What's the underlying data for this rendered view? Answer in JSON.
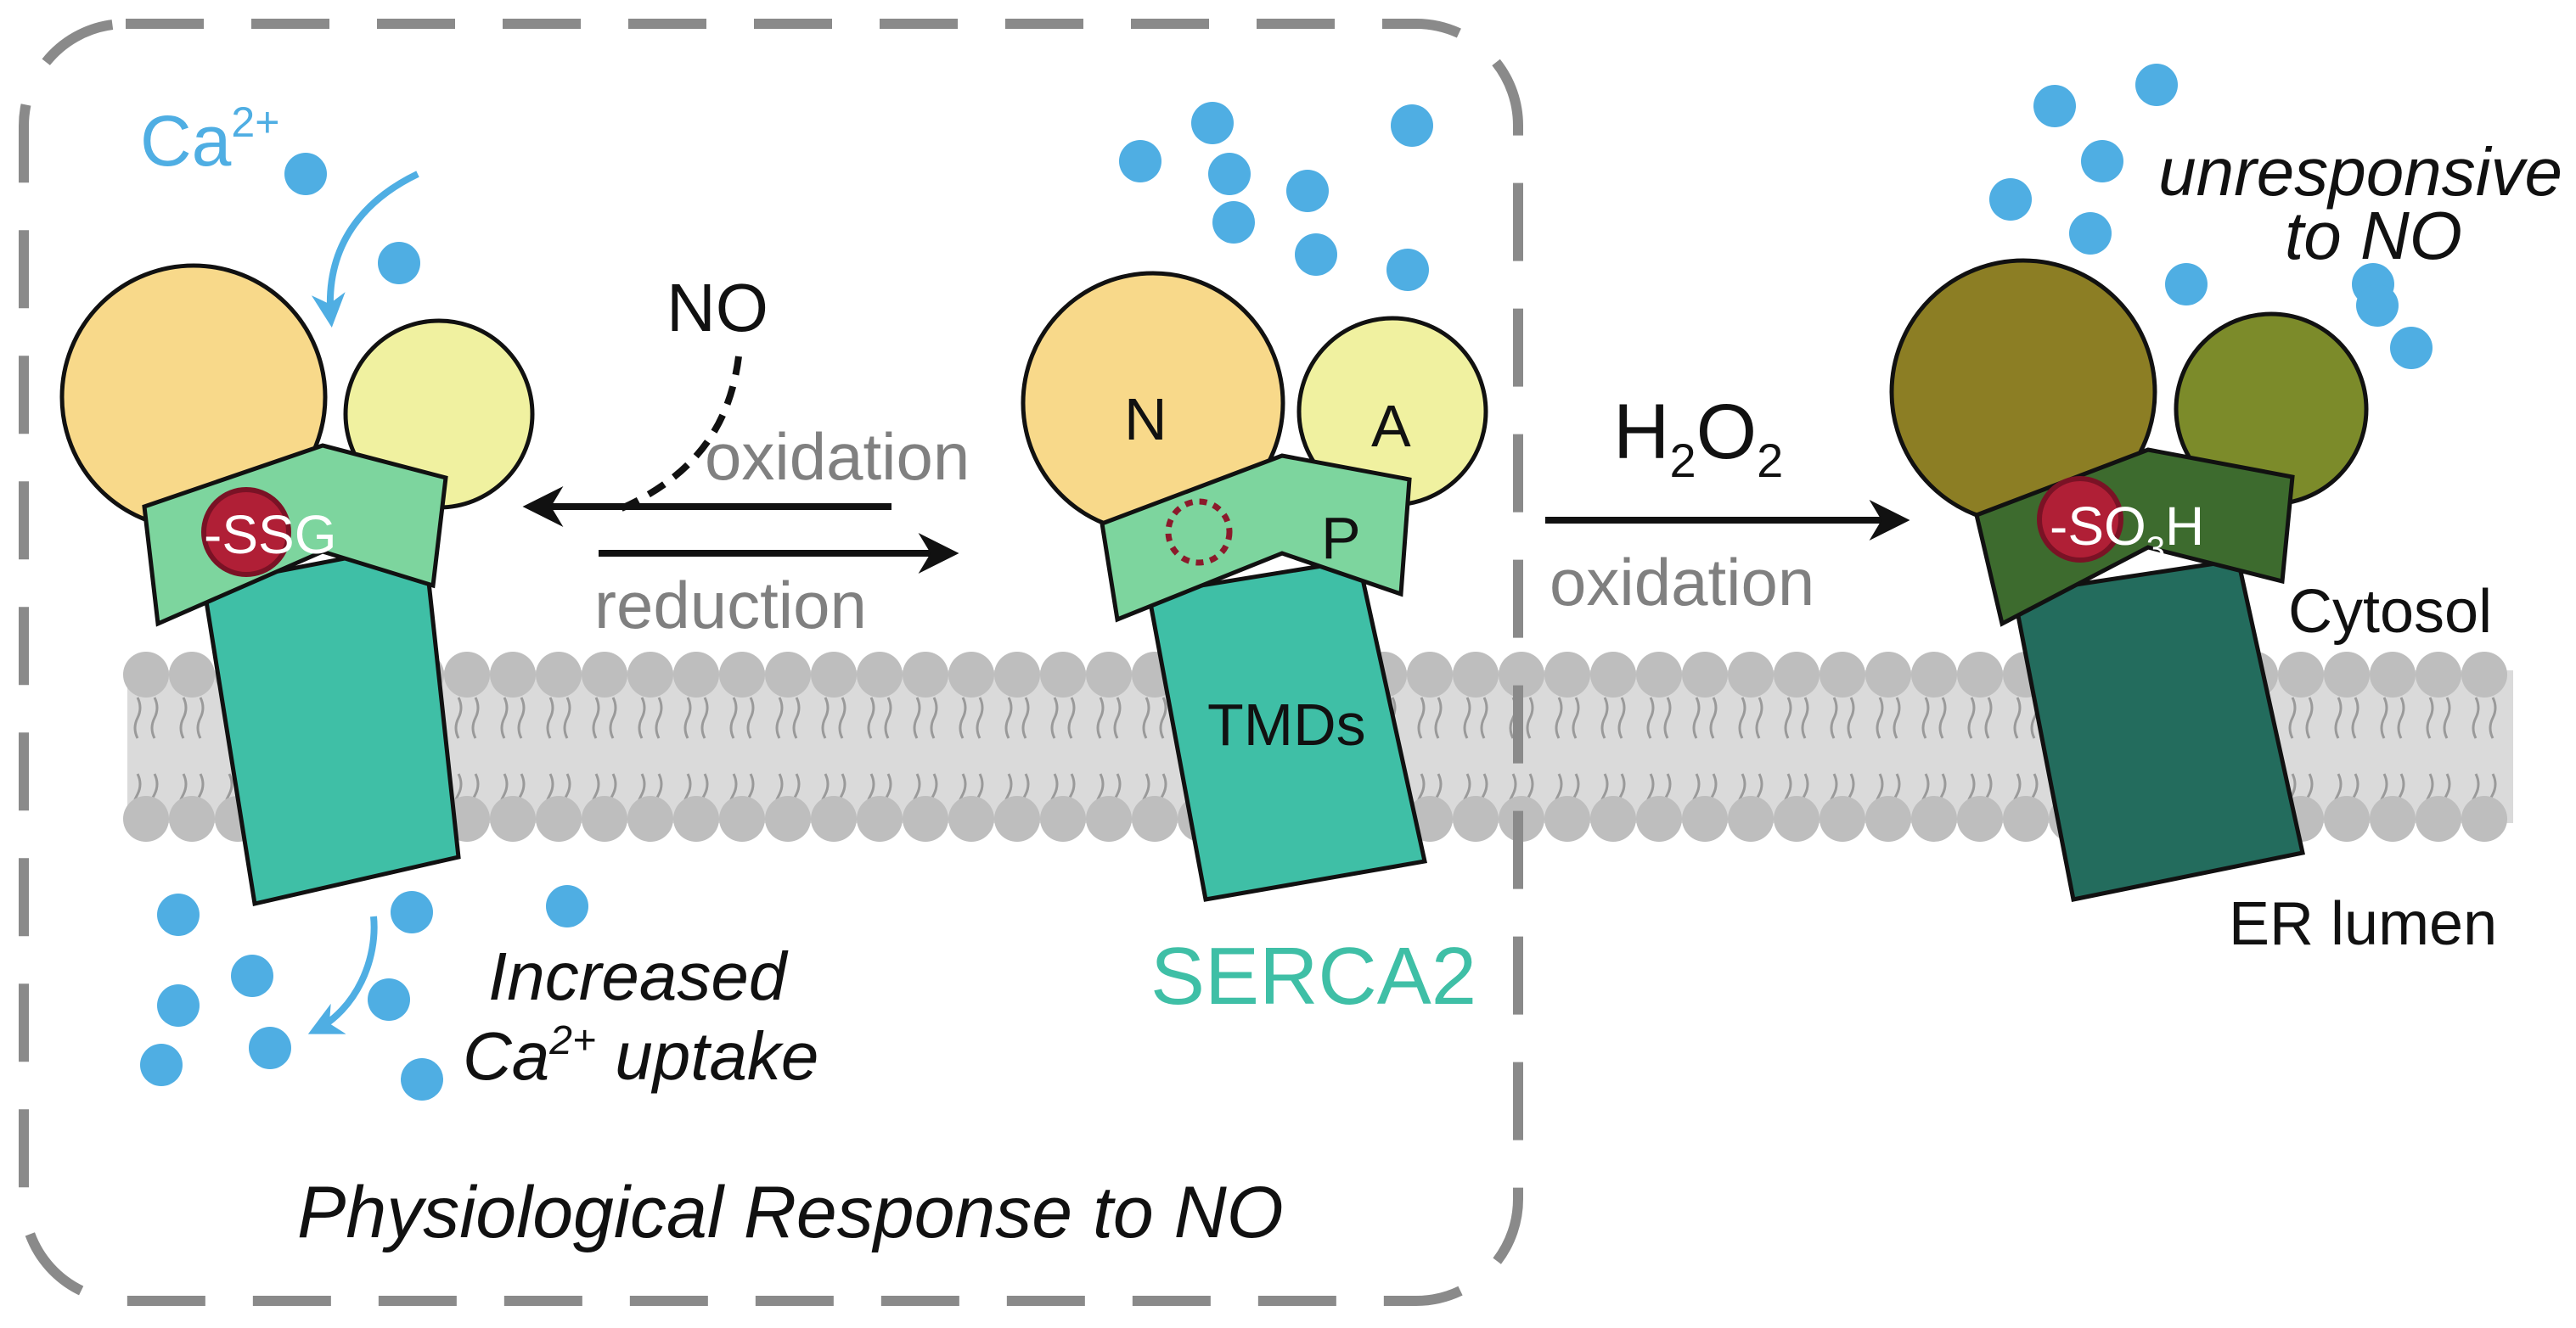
{
  "colors": {
    "calcium": "#4FAEE3",
    "serca_teal": "#3FBFA6",
    "domain_orange": "#F8D98A",
    "domain_yellow": "#F0F1A0",
    "p_green": "#7DD59E",
    "oxidized_olive": "#8C7E24",
    "oxidized_olive_small": "#7C8B2A",
    "oxidized_p": "#3D6B2E",
    "oxidized_tm": "#236C5D",
    "modification_red": "#B01F36",
    "membrane_head": "#BEBEBE",
    "membrane_fill": "#DADADA",
    "arrow_gray": "#808080",
    "box_dash": "#8A8A8A"
  },
  "labels": {
    "ca_ion": "Ca",
    "ca_charge": "2+",
    "ssg": "-SSG",
    "no": "NO",
    "oxidation_top": "oxidation",
    "reduction": "reduction",
    "domain_n": "N",
    "domain_a": "A",
    "domain_p": "P",
    "tmds": "TMDs",
    "serca2": "SERCA2",
    "h2o2_h": "H",
    "h2o2_o": "O",
    "subscript_2": "2",
    "oxidation_right": "oxidation",
    "so3h_prefix": "-SO",
    "so3h_sub": "3",
    "so3h_suffix": "H",
    "unresponsive_line1": "unresponsive",
    "unresponsive_line2": "to NO",
    "cytosol": "Cytosol",
    "er_lumen": "ER lumen",
    "increased_line1": "Increased",
    "increased_ca": "Ca",
    "increased_charge": "2+",
    "increased_uptake": " uptake",
    "box_caption": "Physiological Response to NO"
  }
}
